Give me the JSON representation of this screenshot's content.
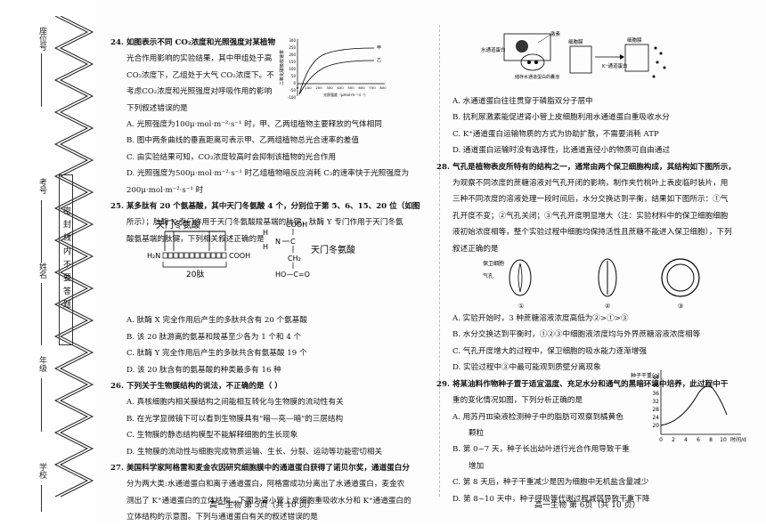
{
  "binding": {
    "seat_label": "座位号",
    "exam_no_label": "考号",
    "seal_text": "密封线内不要答题",
    "name_label": "姓名",
    "seal_line_text": "密封线内不要答题",
    "grade_label": "年级",
    "school_label": "学校"
  },
  "left": {
    "lines": [
      "24.  如图表示不同 CO₂浓度和光照强度对某植物",
      "光合作用影响的实验结果，其中甲组处于高",
      "CO₂浓度下，乙组处于大气 CO₂浓度下。不",
      "考虑CO₂浓度和光照强度对呼吸作用的影响",
      "下列叙述错误的是",
      "A.  光照强度为100μ·mol·m⁻²·s⁻¹ 时，甲、乙两组植物主要释放的气体相同",
      "B.  图中两条曲线的垂直距离可表示甲、乙两组植物总光合速率的差值",
      "C.  由实验结果可知，CO₂浓度较高时会抑制该植物的光合作用",
      "D.  光照强度为500μ·mol·m⁻²·s⁻¹ 时乙组植物暗反应消耗 C₃的速率快于光照强度为",
      "200μ·mol·m⁻²·s⁻¹ 时",
      "25.  某多肽有 20 个氨基酸，其中天门冬氨酸 4 个，分别位于第 5、6、15、20 位（如图",
      "所示）；肽酶 X 专门作用于天门冬氨酸羧基端的肽键，肽酶 Y 专门作用于天门冬氨",
      "酸氨基端的肽键，下列相关叙述正确的是",
      "A.  肽酶 X 完全作用后产生的多肽共含有 20 个氨基酸",
      "B.  该 20 肽游离的氨基和羧基至少各为 1 个和 4 个",
      "C.  肽酶 Y 完全作用后产生的多肽共含有氨基酸 19 个",
      "D.  该 20 肽含有的氨基酸的种类最多有 16 种",
      "26.  下列关于生物膜结构的说法，不正确的是（  ）",
      "A.  真核细胞内相关膜结构之间能相互转化与生物膜的流动性有关",
      "B.  在光学显微镜下可以看到生物膜具有\"暗—亮—暗\"的三层结构",
      "C.  生物膜的静态结构模型不能解释细胞的生长现象",
      "D.  生物膜的流动性与细胞完成物质运输、生长、分裂、运动等功能密切相关",
      "27.  美国科学家阿格雷和麦金农因研究细胞膜中的通道蛋白获得了诺贝尔奖，通道蛋白分",
      "分为两大类:水通道蛋白和离子通道蛋白，阿格雷成功分离出了水通道蛋白，麦金农",
      "测出了 K⁺通道蛋白的立体结构。下图为肾小管上皮细胞重吸收水分和 K⁺通道蛋白的",
      "立体结构的示意图。下列与通道蛋白有关的叙述错误的是"
    ],
    "footer": "高一生物  第 5页（共 10 页）"
  },
  "fig24": {
    "y_label": "二氧化碳吸收速率",
    "x_label": "光照强度（μmol·m⁻²·s⁻¹）",
    "series": [
      "甲",
      "乙"
    ],
    "y_ticks": [
      "300",
      "250",
      "200",
      "150",
      "100",
      "50",
      "0",
      "-50",
      "-100"
    ],
    "x_ticks": [
      "0",
      "100",
      "200",
      "300",
      "400",
      "500",
      "600",
      "700",
      "800"
    ]
  },
  "fig25": {
    "title": "天门冬氨酸",
    "h2n": "H₂N",
    "cooh": "COOH",
    "peptide": "20肽",
    "struct_h": "H",
    "struct_n": "N",
    "struct_c": "C",
    "struct_h2": "H",
    "struct_cooh": "COOH",
    "struct_ch2": "CH₂",
    "struct_hoc": "HO—C=O",
    "struct_name": "天门冬氨酸"
  },
  "right": {
    "lines": [
      "A.  水通道蛋白往往贯穿于磷脂双分子层中",
      "B.  抗利尿激素能促进肾小管上皮细胞利用水通道蛋白重吸收水分",
      "C.  K⁺通道蛋白运输物质的方式为协助扩散，不需要消耗 ATP",
      "D.  通道蛋白运输时没有选择性，比通道直径小的物质可自由通过",
      "28.  气孔是植物表皮所特有的结构之一，通常由两个保卫细胞构成，其结构如下图所示，",
      "为观察不同浓度的蔗糖溶液对气孔开闭的影响，制作夹竹桃叶上表皮临时装片，用",
      "三种不同浓度的溶液处理一段时间后，水分交换达到平衡，结果如下图所示：①气",
      "孔开度不变；②气孔关闭；③气孔开度明显增大（注：实验材料中的保卫细胞细胞",
      "液初始浓度相等，整个实验过程中细胞均保持活性且蔗糖不能进入保卫细胞），下列",
      "叙述正确的是",
      "A.  实验开始时，3 种蔗糖溶液浓度高低为②>①>③",
      "B.  水分交换达到平衡时，①②③中细胞液浓度均与外界蔗糖溶液浓度相等",
      "C.  气孔开度增大的过程中，保卫细胞的吸水能力逐渐增强",
      "D.  实验过程中③中最可能观到质壁分离现象",
      "29.  将某油料作物种子置于适宜温度、充足水分和通气的黑暗环境中培养，此过程中干",
      "重的变化情况如图，下列分析正确的是",
      "A.  用苏丹Ⅲ染液检测种子中的脂肪可观察到橘黄色",
      "颗粒",
      "B.  第 0~7 天，种子长出幼叶进行光合作用导致干重",
      "增加",
      "C.  第 8 天后，种子干重减少是因为细胞中无机盐含量减少",
      "D.  第 8~10 天中，种子呼吸等代谢过程减弱导致干重下降"
    ],
    "footer": "高一生物  第 6页（共 10 页）"
  },
  "fig27": {
    "hormone": "激素",
    "water_channel": "水通道蛋白",
    "vesicle": "储存水通道蛋白的囊泡",
    "cell_membrane": "细胞膜",
    "cell_membrane2": "细胞膜",
    "k_channel": "K⁺通道蛋白"
  },
  "fig28": {
    "guard_cell": "保卫细胞",
    "stoma": "气孔",
    "labels": [
      "①",
      "②",
      "③"
    ]
  },
  "fig29": {
    "y_label": "种子干重(g)",
    "x_label": "时间/d",
    "y_ticks": [
      "44",
      "40",
      "36",
      "32",
      "28",
      "24",
      "20"
    ],
    "x_ticks": [
      "0",
      "2",
      "4",
      "6",
      "8",
      "10"
    ]
  }
}
